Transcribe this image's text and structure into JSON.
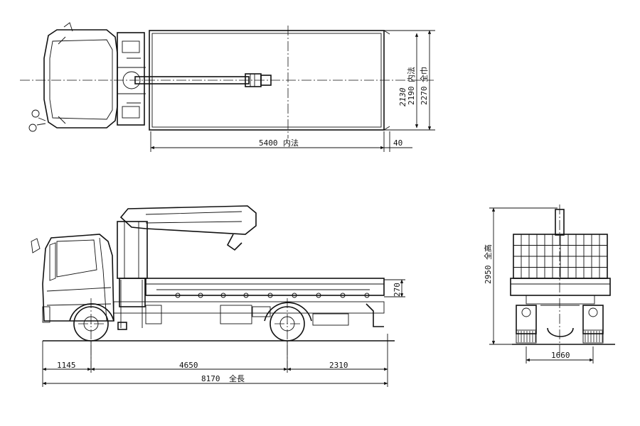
{
  "top_view": {
    "inner_length": "5400",
    "inner_length_label": "内法",
    "tail_gap": "40",
    "inner_width_label": "内法",
    "inner_width_handwritten": "2130",
    "inner_width_printed": "2190",
    "overall_width": "2270",
    "overall_width_label": "全巾"
  },
  "side_view": {
    "front_overhang": "1145",
    "wheelbase": "4650",
    "rear_overhang": "2310",
    "overall_length": "8170",
    "overall_length_label": "全長",
    "gate_height": "270"
  },
  "rear_view": {
    "overall_height": "2950",
    "overall_height_label": "全高",
    "track": "1660"
  }
}
